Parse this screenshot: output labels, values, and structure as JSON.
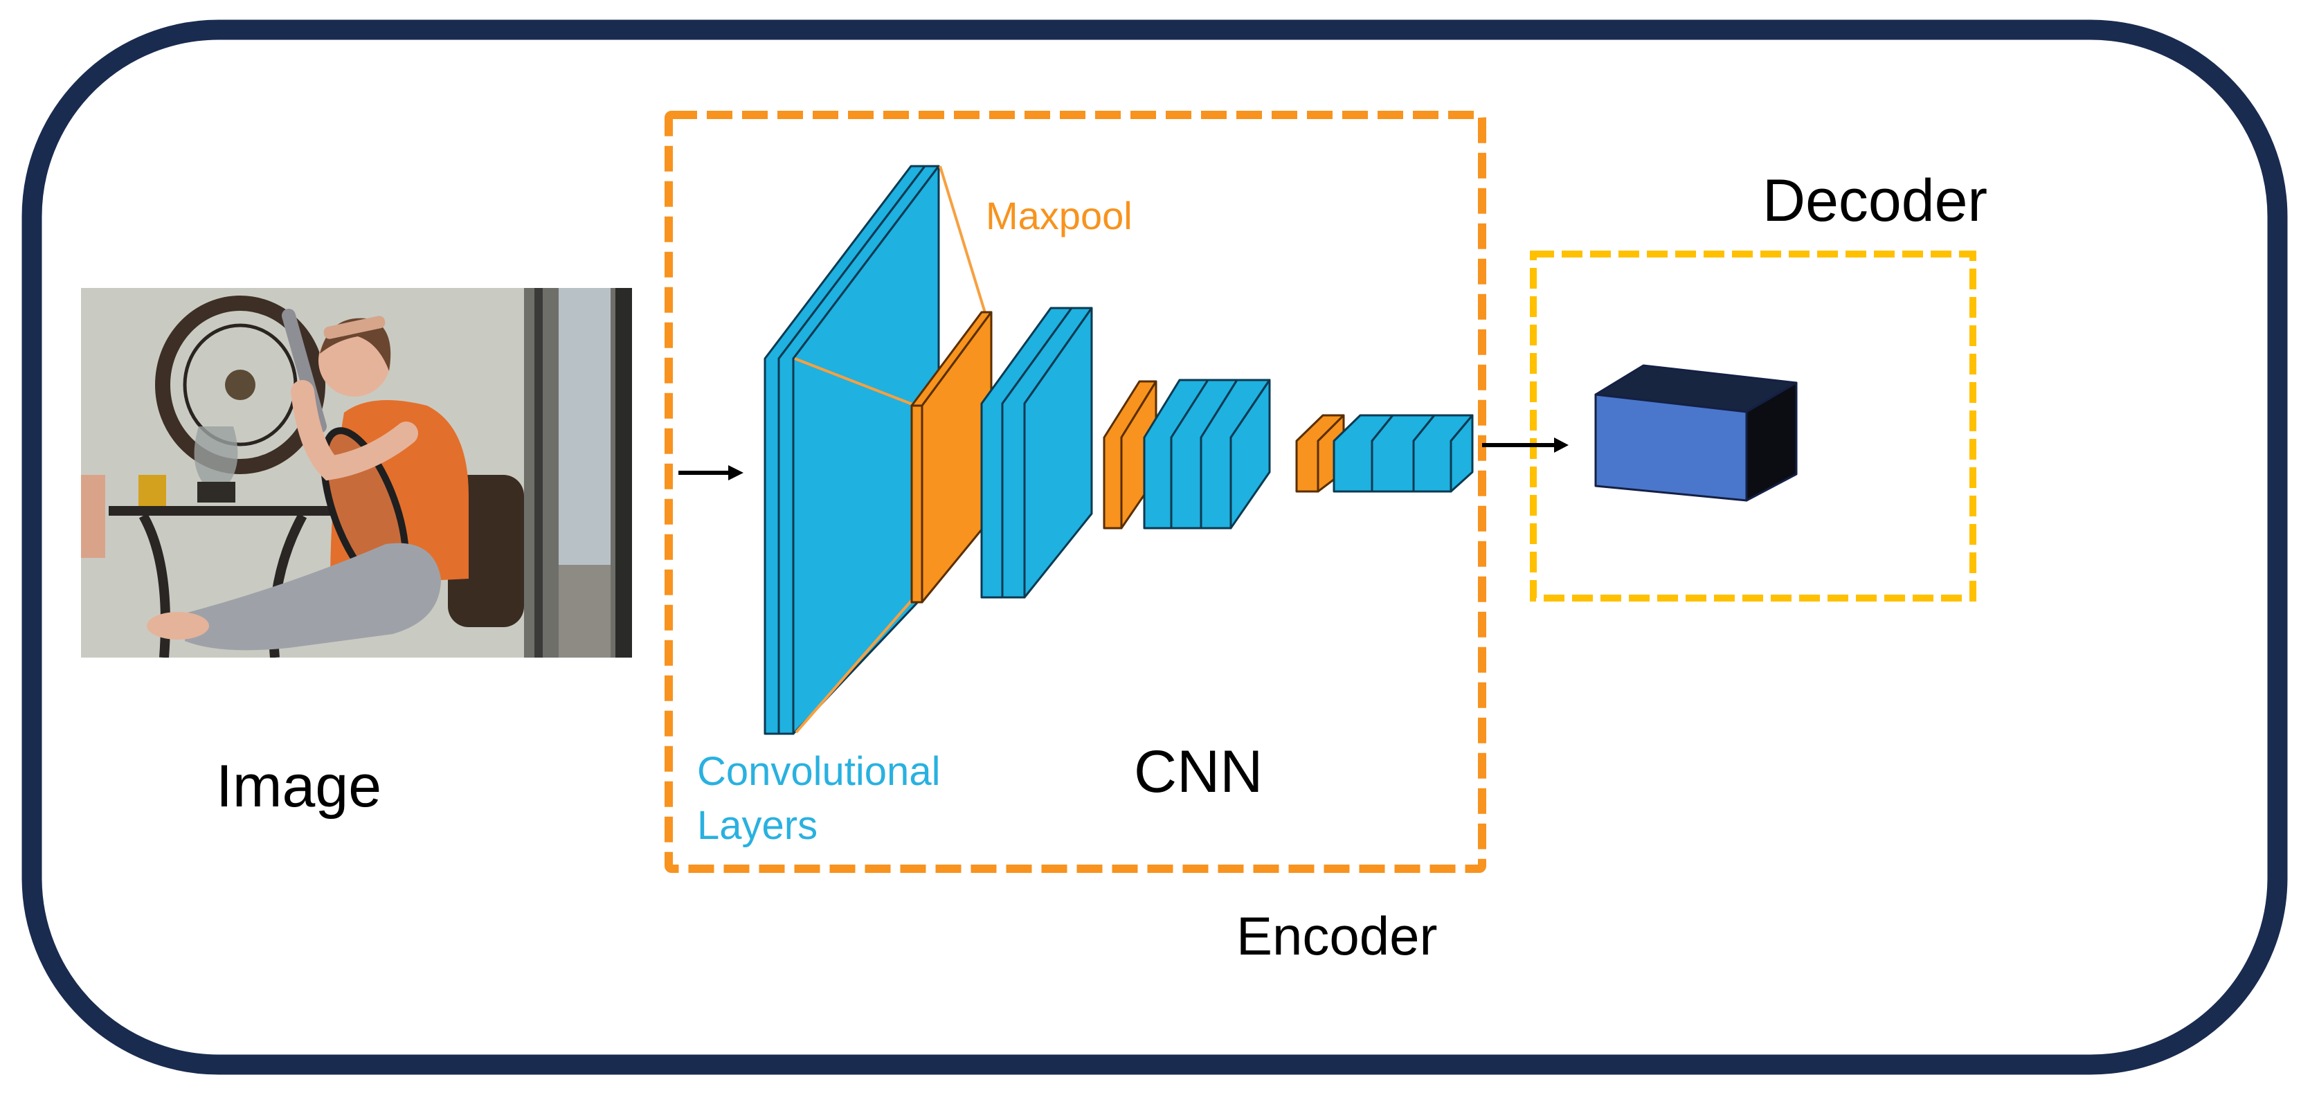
{
  "diagram": {
    "title": "CNN encoder-decoder image captioning architecture",
    "colors": {
      "frame": "#1a2b50",
      "encoder_box": "#f7931e",
      "decoder_box": "#ffc000",
      "conv_layer": "#1fb1e0",
      "maxpool_layer": "#f7931e",
      "conv_label": "#29b1e0",
      "decoder_cube_front": "#4a77cc",
      "decoder_cube_top": "#172541",
      "decoder_cube_side": "#0c0d12"
    },
    "labels": {
      "image": "Image",
      "cnn": "CNN",
      "encoder": "Encoder",
      "decoder": "Decoder",
      "maxpool": "Maxpool",
      "conv_line1": "Convolutional",
      "conv_line2": "Layers"
    },
    "input_image": {
      "description": "Photo of a woman in an orange shirt holding a tennis racket, seated on a patio"
    },
    "encoder_stages": [
      {
        "type": "conv",
        "layers": 3
      },
      {
        "type": "maxpool",
        "layers": 1
      },
      {
        "type": "conv",
        "layers": 3
      },
      {
        "type": "maxpool",
        "layers": 2
      },
      {
        "type": "conv",
        "layers": 4
      },
      {
        "type": "maxpool",
        "layers": 2
      },
      {
        "type": "conv",
        "layers": 4
      }
    ],
    "flow": [
      "Image",
      "Encoder (CNN)",
      "Decoder"
    ]
  }
}
